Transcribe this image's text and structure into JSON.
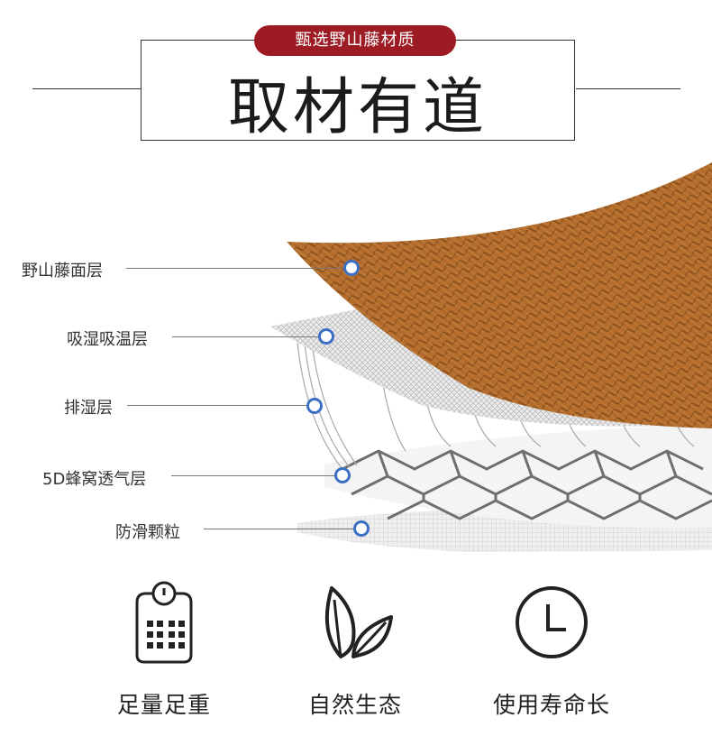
{
  "header": {
    "badge": "甄选野山藤材质",
    "title": "取材有道"
  },
  "layers": [
    {
      "label": "野山藤面层"
    },
    {
      "label": "吸湿吸温层"
    },
    {
      "label": "排湿层"
    },
    {
      "label": "5D蜂窝透气层"
    },
    {
      "label": "防滑颗粒"
    }
  ],
  "features": [
    {
      "icon": "weight-scale-icon",
      "label": "足量足重"
    },
    {
      "icon": "leaves-icon",
      "label": "自然生态"
    },
    {
      "icon": "clock-icon",
      "label": "使用寿命长"
    }
  ],
  "colors": {
    "badge": "#9d1b22",
    "rattan": "#b06a2a",
    "dot": "#3b6fc4"
  }
}
